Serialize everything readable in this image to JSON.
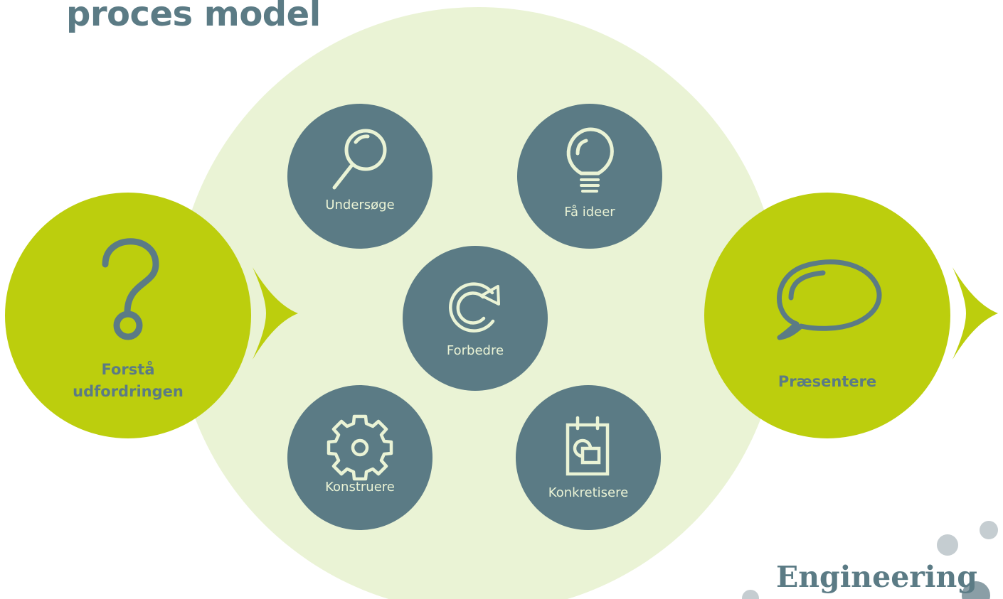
{
  "title": "proces model",
  "colors": {
    "primary": "#5b7b85",
    "accent_green": "#bcce0d",
    "light_green": "#eaf3d5",
    "dot_gray": "#c5cdd1"
  },
  "start": {
    "label_line1": "Forstå",
    "label_line2": "udfordringen",
    "icon": "question-mark-icon"
  },
  "end": {
    "label": "Præsentere",
    "icon": "speech-bubble-icon"
  },
  "steps": [
    {
      "label": "Undersøge",
      "icon": "magnifier-icon"
    },
    {
      "label": "Få ideer",
      "icon": "lightbulb-icon"
    },
    {
      "label": "Forbedre",
      "icon": "refresh-icon"
    },
    {
      "label": "Konstruere",
      "icon": "gear-icon"
    },
    {
      "label": "Konkretisere",
      "icon": "notepad-icon"
    }
  ],
  "brand": "Engineering"
}
